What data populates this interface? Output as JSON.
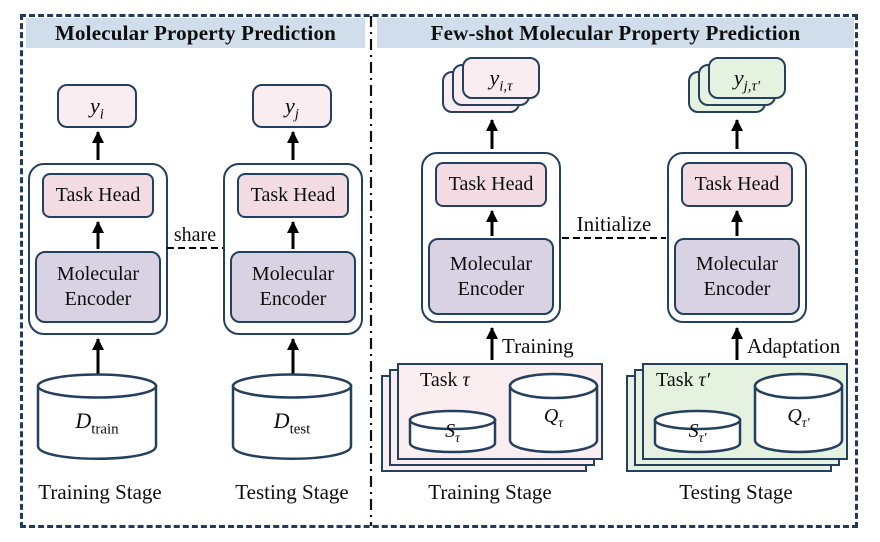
{
  "colors": {
    "border_navy": "#1f3a5c",
    "shape_outline": "#24405e",
    "header_blue": "#cfdeea",
    "pink_light": "#faedf1",
    "pink_mid": "#f3dbe4",
    "lavender": "#d8d2e3",
    "green_light": "#e6f2e0"
  },
  "left_panel": {
    "title": "Molecular Property Prediction",
    "share_label": "share",
    "train": {
      "output_base": "y",
      "output_sub": "i",
      "task_head": "Task Head",
      "encoder": "Molecular Encoder",
      "db_base": "D",
      "db_sub": "train",
      "stage": "Training Stage"
    },
    "test": {
      "output_base": "y",
      "output_sub": "j",
      "task_head": "Task Head",
      "encoder": "Molecular Encoder",
      "db_base": "D",
      "db_sub": "test",
      "stage": "Testing Stage"
    }
  },
  "right_panel": {
    "title": "Few-shot Molecular Property Prediction",
    "initialize_label": "Initialize",
    "train": {
      "output_base": "y",
      "output_sub": "i,τ",
      "task_head": "Task Head",
      "encoder": "Molecular Encoder",
      "arrow_label": "Training",
      "task_word": "Task",
      "task_sym": "τ",
      "support_base": "S",
      "support_sub": "τ",
      "query_base": "Q",
      "query_sub": "τ",
      "stage": "Training Stage"
    },
    "test": {
      "output_base": "y",
      "output_sub": "j,τ′",
      "task_head": "Task Head",
      "encoder": "Molecular Encoder",
      "arrow_label": "Adaptation",
      "task_word": "Task",
      "task_sym": "τ′",
      "support_base": "S",
      "support_sub": "τ′",
      "query_base": "Q",
      "query_sub": "τ′",
      "stage": "Testing Stage"
    }
  }
}
